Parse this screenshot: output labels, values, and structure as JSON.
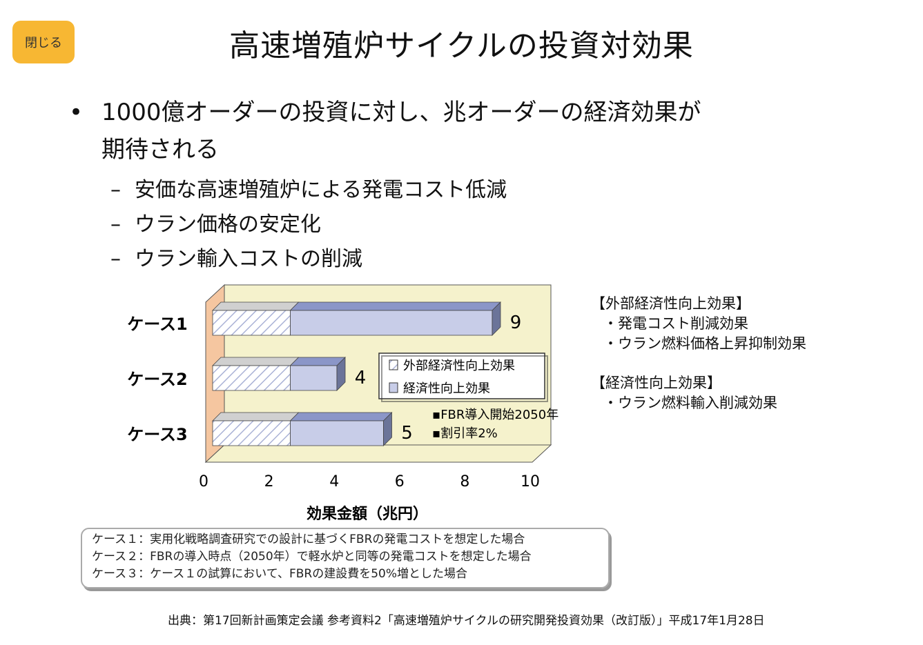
{
  "close_label": "閉じる",
  "title": "高速増殖炉サイクルの投資対効果",
  "bullet": {
    "marker": "•",
    "text_line1": "1000億オーダーの投資に対し、兆オーダーの経済効果が",
    "text_line2": "期待される"
  },
  "sub_items": [
    {
      "marker": "–",
      "text": "安価な高速増殖炉による発電コスト低減"
    },
    {
      "marker": "–",
      "text": "ウラン価格の安定化"
    },
    {
      "marker": "–",
      "text": "ウラン輸入コストの削減"
    }
  ],
  "side_notes": {
    "external_heading": "【外部経済性向上効果】",
    "external_items": [
      "・発電コスト削減効果",
      "・ウラン燃料価格上昇抑制効果"
    ],
    "economic_heading": "【経済性向上効果】",
    "economic_items": [
      "・ウラン燃料輸入削減効果"
    ]
  },
  "chart_data": {
    "type": "bar",
    "orientation": "horizontal",
    "stacked": true,
    "categories": [
      "ケース1",
      "ケース2",
      "ケース3"
    ],
    "series": [
      {
        "name": "外部経済性向上効果",
        "values": [
          2.5,
          2.5,
          2.5
        ],
        "color": "#ffffff",
        "pattern": "hatched"
      },
      {
        "name": "経済性向上効果",
        "values": [
          6.5,
          1.5,
          3.0
        ],
        "color": "#c8cde8"
      }
    ],
    "data_labels": [
      "9",
      "4",
      "5"
    ],
    "xlabel": "効果金額（兆円）",
    "xlim": [
      0,
      10
    ],
    "xticks": [
      "0",
      "2",
      "4",
      "6",
      "8",
      "10"
    ],
    "legend_placement": "center-right",
    "annotations": [
      "▪FBR導入開始2050年",
      "▪割引率2%"
    ],
    "wall_color": "#f5f2cc",
    "side_color": "#f5c6a0"
  },
  "cases_box": [
    "ケース１：実用化戦略調査研究での設計に基づくFBRの発電コストを想定した場合",
    "ケース２：FBRの導入時点（2050年）で軽水炉と同等の発電コストを想定した場合",
    "ケース３：ケース１の試算において、FBRの建設費を50%増とした場合"
  ],
  "source": "出典：第17回新計画策定会議 参考資料2「高速増殖炉サイクルの研究開発投資効果（改訂版）」平成17年1月28日"
}
